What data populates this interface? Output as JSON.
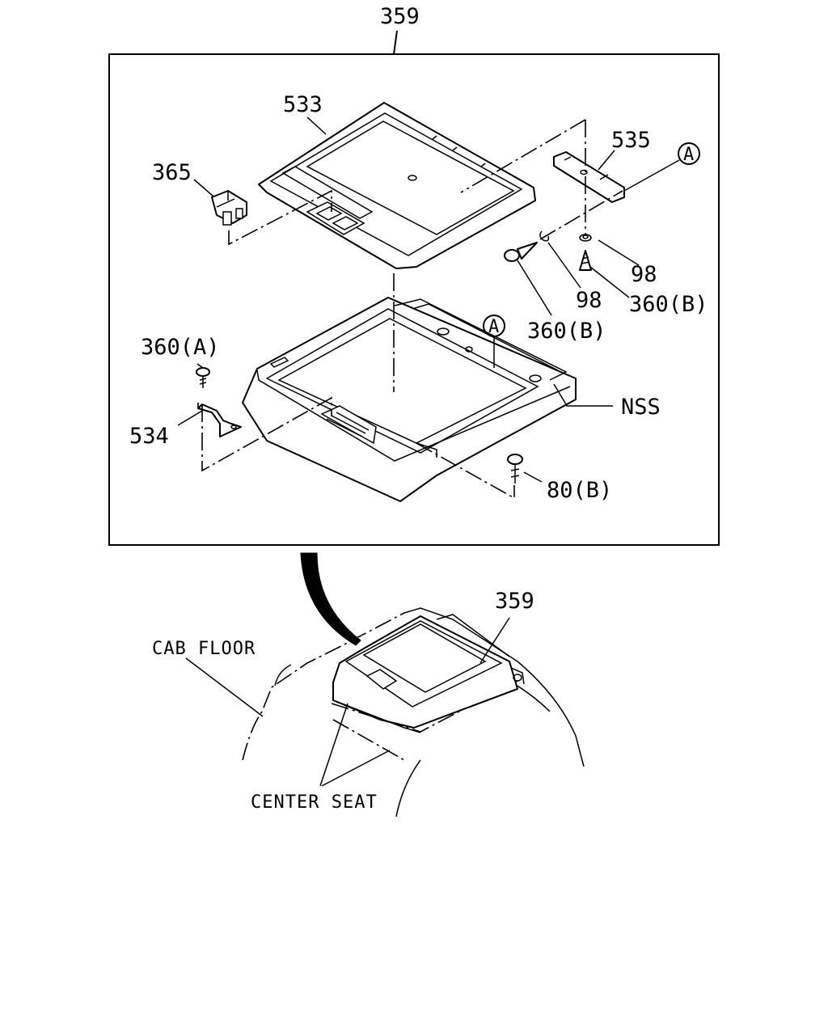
{
  "labels": {
    "top_assembly": "359",
    "lid": "533",
    "switch": "365",
    "bracket_top": "535",
    "ref_a_top": "A",
    "clip_98_a": "98",
    "clip_98_b": "98",
    "screw_360b_a": "360(B)",
    "screw_360b_b": "360(B)",
    "ref_a_box": "A",
    "screw_360a": "360(A)",
    "bracket_534": "534",
    "nss": "NSS",
    "bolt_80b": "80(B)",
    "bottom_assembly": "359",
    "cab_floor": "CAB FLOOR",
    "center_seat": "CENTER SEAT"
  }
}
